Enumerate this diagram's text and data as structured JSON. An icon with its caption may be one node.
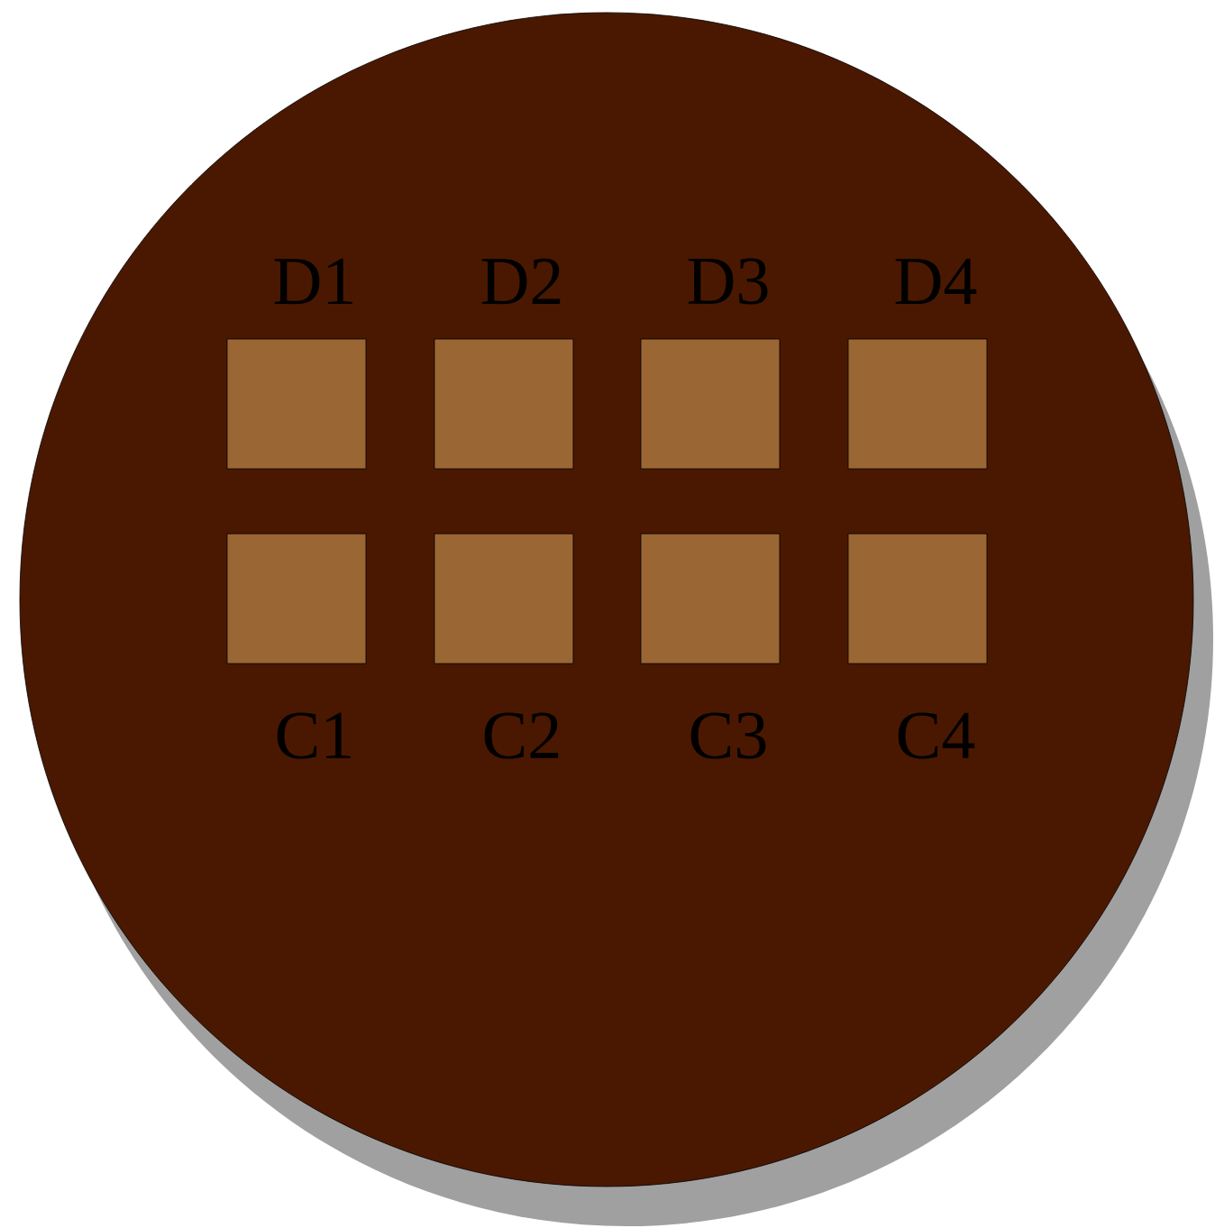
{
  "diagram": {
    "nodes": [
      {
        "text": [],
        "shape": "circle"
      },
      {
        "text": [
          "D1"
        ],
        "in": 0
      },
      {
        "text": [
          "D2"
        ],
        "in": 0
      },
      {
        "text": [
          "D3"
        ],
        "in": 0
      },
      {
        "text": [
          "D4"
        ],
        "in": 0
      },
      {
        "text": [
          "C1"
        ],
        "in": 0
      },
      {
        "text": [
          "C2"
        ],
        "in": 0
      },
      {
        "text": [
          "C3"
        ],
        "in": 0
      },
      {
        "text": [
          "C4"
        ],
        "in": 0
      }
    ]
  }
}
